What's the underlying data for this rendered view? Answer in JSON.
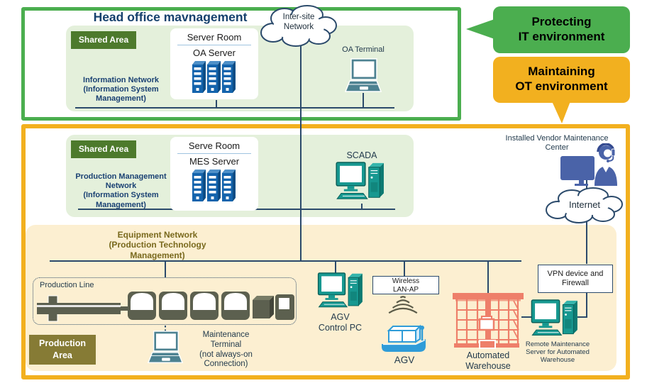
{
  "colors": {
    "it_green": "#4bae4f",
    "ot_yellow": "#f2b01f",
    "light_green": "#e4f0db",
    "shared_area_badge_green": "#4d7a2c",
    "cream": "#fcefd1",
    "navy_text": "#16406d",
    "connector_line": "#2b4a6b",
    "equipment_olive_text": "#79691d",
    "production_area_olive": "#867b35",
    "server_blue": "#1464ad",
    "device_teal": "#179890",
    "laptop_slate": "#4d8291",
    "warehouse_red": "#ee7f6a",
    "agv_blue": "#2f9cd8",
    "vendor_blue": "#4a63a8"
  },
  "it_section": {
    "title": "Head office mavnagement",
    "shared_area": "Shared Area",
    "server_room_title": "Server Room",
    "server_name": "OA Server",
    "network_label": "Information Network\n(Information System\nManagement)",
    "oa_terminal": "OA Terminal"
  },
  "intersite_cloud": "Inter-site\nNetwork",
  "callout_it": "Protecting\nIT environment",
  "callout_ot": "Maintaining\nOT environment",
  "ot_section": {
    "shared_area": "Shared Area",
    "server_room_title": "Serve Room",
    "server_name": "MES Server",
    "network_label": "Production Management\nNetwork\n(Information System\nManagement)",
    "scada": "SCADA",
    "vendor_center": "Installed Vendor Maintenance\nCenter",
    "internet_cloud": "Internet",
    "equipment_network_label": "Equipment Network\n(Production Technology\nManagement)",
    "production_line": "Production Line",
    "production_area": "Production\nArea",
    "maintenance_terminal": "Maintenance\nTerminal\n(not always-on\nConnection)",
    "agv_control_pc": "AGV\nControl PC",
    "wireless_ap": "Wireless\nLAN-AP",
    "agv": "AGV",
    "warehouse": "Automated\nWarehouse",
    "vpn": "VPN device and\nFirewall",
    "remote_server": "Remote Maintenance\nServer for Automated\nWarehouse"
  }
}
